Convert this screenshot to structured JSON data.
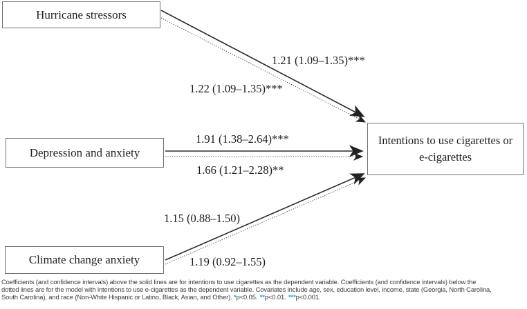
{
  "diagram": {
    "boxes": {
      "hurricane": {
        "label": "Hurricane stressors"
      },
      "depression": {
        "label": "Depression and anxiety"
      },
      "climate": {
        "label": "Climate change anxiety"
      },
      "outcome": {
        "label": "Intentions to use cigarettes or e-cigarettes",
        "lines": [
          "Intentions to use cigarettes or",
          "e-cigarettes"
        ]
      }
    },
    "paths": [
      {
        "from": "Hurricane stressors",
        "to": "Intentions to use cigarettes or e-cigarettes",
        "solid_coefficient": "1.21 (1.09–1.35)***",
        "dotted_coefficient": "1.22 (1.09–1.35)***"
      },
      {
        "from": "Depression and anxiety",
        "to": "Intentions to use cigarettes or e-cigarettes",
        "solid_coefficient": "1.91 (1.38–2.64)***",
        "dotted_coefficient": "1.66 (1.21–2.28)**"
      },
      {
        "from": "Climate change anxiety",
        "to": "Intentions to use cigarettes or e-cigarettes",
        "solid_coefficient": "1.15 (0.88–1.50)",
        "dotted_coefficient": "1.19 (0.92–1.55)"
      }
    ]
  },
  "footnote": {
    "line1": "Coefficients (and confidence intervals) above the solid lines are for intentions to use cigarettes as the dependent variable. Coefficients (and confidence intervals) below the",
    "line2": "dotted lines are for the model with intentions to use e-cigarettes as the dependent variable. Covariates include age, sex, education level, income, state (Georgia, North Carolina,",
    "line3_prefix": "South Carolina), and race (Non-White Hispanic or Latino, Black, Asian, and Other). ",
    "significance": [
      {
        "stars": "*",
        "text": "p<0.05. "
      },
      {
        "stars": "**",
        "text": "p<0.01. "
      },
      {
        "stars": "***",
        "text": "p<0.001."
      }
    ]
  },
  "colors": {
    "solid_line": "#2b2b2b",
    "dotted_line": "#4a4a4a",
    "box_border": "#6f7073",
    "significance_star": "#2da0d2",
    "footnote_text": "#3b3b3b"
  }
}
